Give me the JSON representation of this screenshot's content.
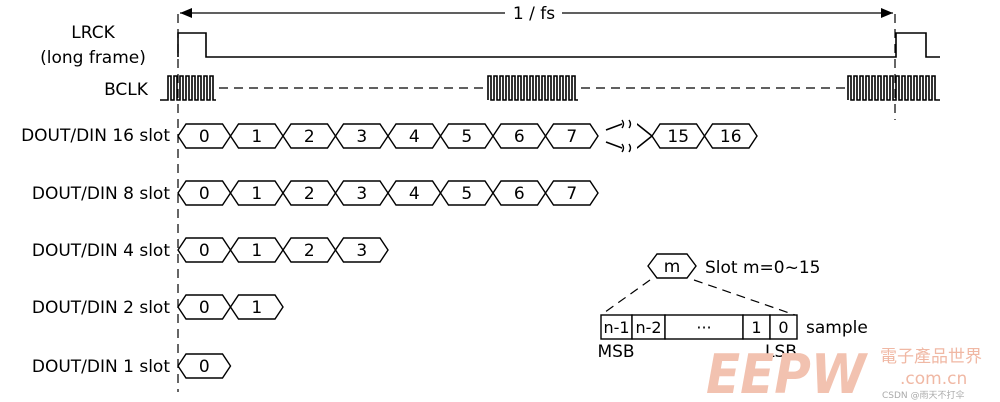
{
  "labels": {
    "lrck_line1": "LRCK",
    "lrck_line2": "(long frame)",
    "bclk": "BCLK",
    "period": "1 / fs",
    "row_16": "DOUT/DIN 16 slot",
    "row_8": "DOUT/DIN 8 slot",
    "row_4": "DOUT/DIN 4 slot",
    "row_2": "DOUT/DIN 2 slot",
    "row_1": "DOUT/DIN 1 slot"
  },
  "slots_16": [
    "0",
    "1",
    "2",
    "3",
    "4",
    "5",
    "6",
    "7",
    "15",
    "16"
  ],
  "slots_8": [
    "0",
    "1",
    "2",
    "3",
    "4",
    "5",
    "6",
    "7"
  ],
  "slots_4": [
    "0",
    "1",
    "2",
    "3"
  ],
  "slots_2": [
    "0",
    "1"
  ],
  "slots_1": [
    "0"
  ],
  "slot_detail": {
    "symbol": "m",
    "caption": "Slot m=0~15",
    "bits": [
      "n-1",
      "n-2",
      "···",
      "1",
      "0"
    ],
    "sample_label": "sample",
    "msb": "MSB",
    "lsb": "LSB"
  },
  "watermark": {
    "logo": "EEPW",
    "site_cn": "電子產品世界",
    "site": ".com.cn",
    "credit": "CSDN @雨天不打伞"
  }
}
